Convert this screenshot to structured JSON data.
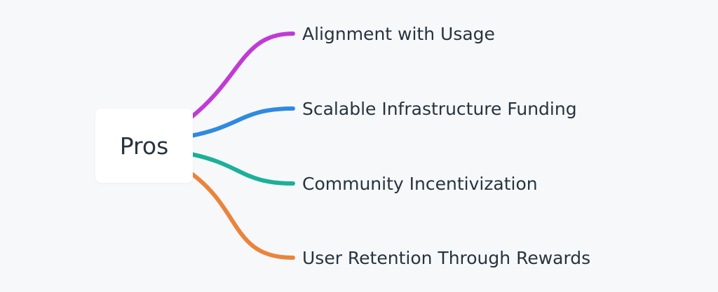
{
  "root": {
    "label": "Pros"
  },
  "branches": [
    {
      "label": "Alignment with Usage",
      "color": "#c03bd6"
    },
    {
      "label": "Scalable Infrastructure Funding",
      "color": "#2f8ae0"
    },
    {
      "label": "Community Incentivization",
      "color": "#1bb09a"
    },
    {
      "label": "User Retention Through Rewards",
      "color": "#ea843c"
    }
  ]
}
